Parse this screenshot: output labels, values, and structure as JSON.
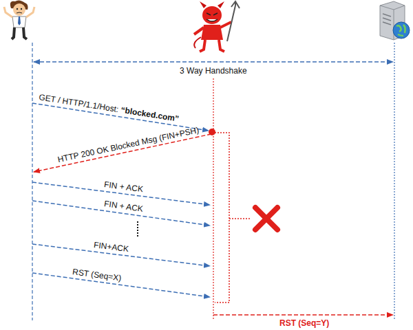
{
  "diagram": {
    "labels": [
      "3 Way Handshake",
      "GET / HTTP/1.1/Host: “blocked.com”",
      "HTTP 200 OK Blocked Msg (FIN+PSH)",
      "FIN + ACK",
      "FIN + ACK",
      "FIN+ACK",
      "RST (Seq=X)",
      "RST (Seq=Y)"
    ]
  }
}
